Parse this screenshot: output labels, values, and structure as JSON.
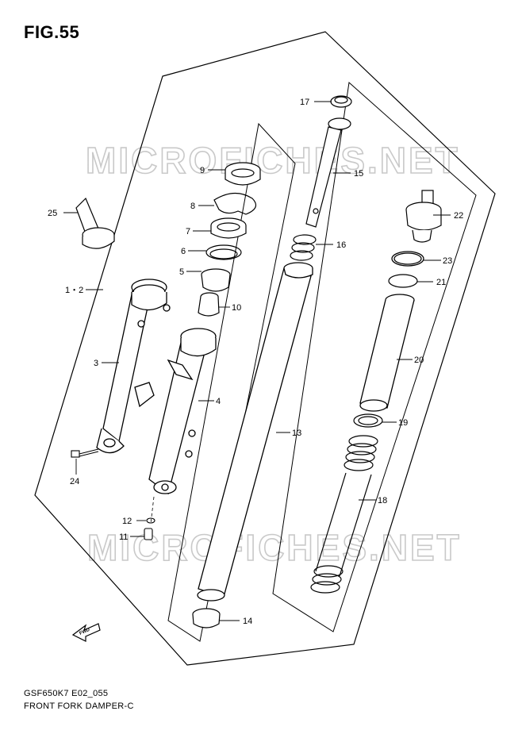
{
  "figure": {
    "title": "FIG.55"
  },
  "watermark": {
    "text": "MICROFICHES.NET"
  },
  "caption": {
    "code": "GSF650K7 E02_055",
    "name": "FRONT FORK DAMPER-C"
  },
  "fwd": {
    "text": "FWD"
  },
  "callouts": {
    "c1": "1・2",
    "c3": "3",
    "c4": "4",
    "c5": "5",
    "c6": "6",
    "c7": "7",
    "c8": "8",
    "c9": "9",
    "c10": "10",
    "c11": "11",
    "c12": "12",
    "c13": "13",
    "c14": "14",
    "c15": "15",
    "c16": "16",
    "c17": "17",
    "c18": "18",
    "c19": "19",
    "c20": "20",
    "c21": "21",
    "c22": "22",
    "c23": "23",
    "c24": "24",
    "c25": "25"
  }
}
